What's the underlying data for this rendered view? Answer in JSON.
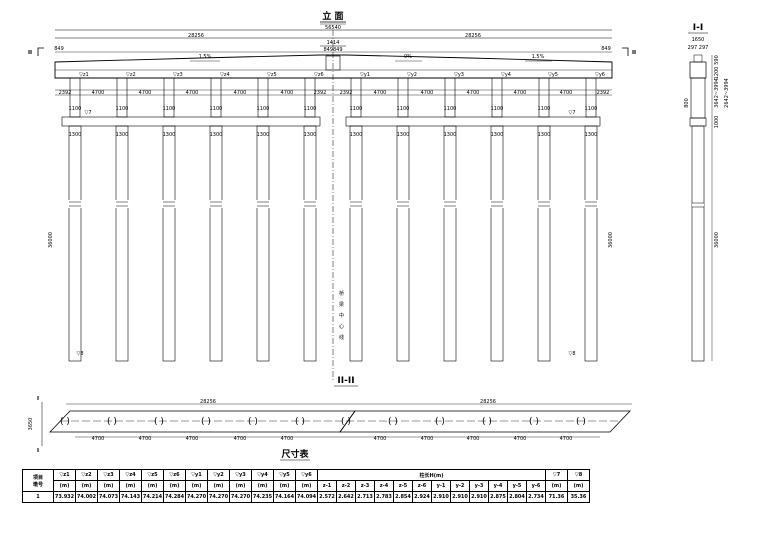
{
  "elevation": {
    "title": "立 面",
    "total_length": "56540",
    "half_length_left": "28256",
    "half_length_right": "28256",
    "center_width": "1414",
    "end_offset": "849",
    "center_offsets": "849849",
    "slope_left": "1.5%",
    "slope_mid": "0%",
    "slope_right": "1.5%",
    "section_mark_left": "II",
    "section_mark_right": "II",
    "section_mark_right_I": "I",
    "top_labels": [
      "z1",
      "z2",
      "z3",
      "z4",
      "z5",
      "z6",
      "y1",
      "y2",
      "y3",
      "y4",
      "y5",
      "y6"
    ],
    "beam_spacing_left": [
      "2392",
      "4700",
      "4700",
      "4700",
      "4700",
      "4700",
      "2392"
    ],
    "beam_spacing_right": [
      "2392",
      "4700",
      "4700",
      "4700",
      "4700",
      "4700",
      "2392"
    ],
    "pier_width": "1100",
    "pile_width": "1300",
    "pile_length": "36000",
    "mark_7": "7",
    "mark_8": "8",
    "bridge_center_label": [
      "桥",
      "梁",
      "中",
      "心",
      "线"
    ]
  },
  "section_I": {
    "title": "I-I",
    "width_top": "1650",
    "widths": "297  297",
    "dims": [
      "590",
      "1200",
      "3642~3994",
      "2642~3994",
      "800",
      "1000",
      "36000"
    ]
  },
  "plan": {
    "title": "II-II",
    "mark": "I",
    "width": "3650",
    "half_left": "28256",
    "half_right": "28256",
    "spacing": [
      "4700",
      "4700",
      "4700",
      "4700",
      "4700",
      "4700",
      "4700",
      "4700",
      "4700",
      "4700"
    ]
  },
  "table": {
    "title": "尺寸表",
    "corner_top": "项目",
    "corner_bottom": "墩号",
    "headers": [
      "z1",
      "z2",
      "z3",
      "z4",
      "z5",
      "z6",
      "y1",
      "y2",
      "y3",
      "y4",
      "y5",
      "y6"
    ],
    "unit": "(m)",
    "pillar_header": "柱长H(m)",
    "pillar_cols": [
      "z-1",
      "z-2",
      "z-3",
      "z-4",
      "z-5",
      "z-6",
      "y-1",
      "y-2",
      "y-3",
      "y-4",
      "y-5",
      "y-6"
    ],
    "tail_headers": [
      "7",
      "8"
    ],
    "row_id": "1",
    "elev_values": [
      "73.932",
      "74.002",
      "74.073",
      "74.143",
      "74.214",
      "74.284",
      "74.270",
      "74.270",
      "74.270",
      "74.235",
      "74.164",
      "74.094"
    ],
    "pillar_values": [
      "2.572",
      "2.642",
      "2.713",
      "2.783",
      "2.854",
      "2.924",
      "2.910",
      "2.910",
      "2.910",
      "2.875",
      "2.804",
      "2.734"
    ],
    "tail_values": [
      "71.36",
      "35.36"
    ]
  }
}
